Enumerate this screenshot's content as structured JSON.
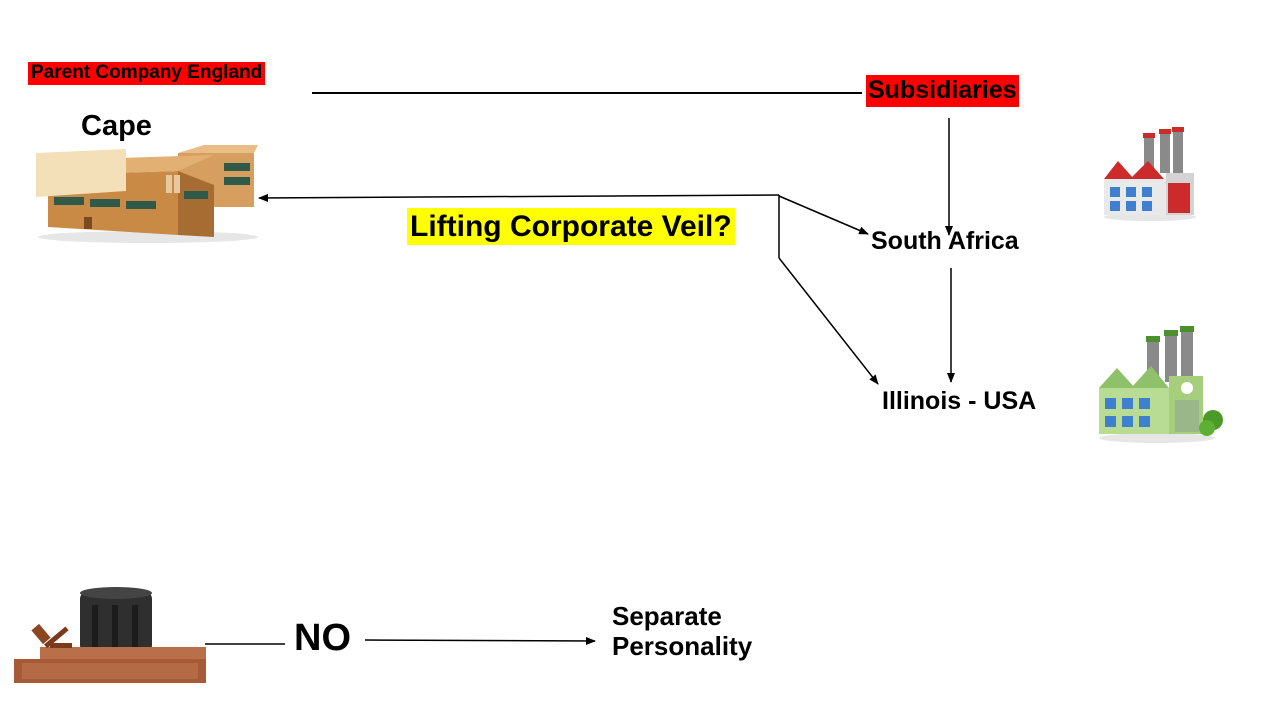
{
  "labels": {
    "parent": "Parent Company England",
    "cape": "Cape",
    "subsidiaries": "Subsidiaries",
    "question": "Lifting Corporate Veil?",
    "south_africa": "South Africa",
    "illinois": "Illinois - USA",
    "verdict": "NO",
    "result_line1": "Separate",
    "result_line2": "Personality"
  },
  "icons": {
    "parent_building": "office-building-icon",
    "factory_south_africa": "factory-icon",
    "factory_illinois": "green-factory-icon",
    "court": "judge-gavel-icon"
  },
  "colors": {
    "highlight_red": "#ff0000",
    "highlight_yellow": "#ffff00",
    "line": "#000000"
  }
}
